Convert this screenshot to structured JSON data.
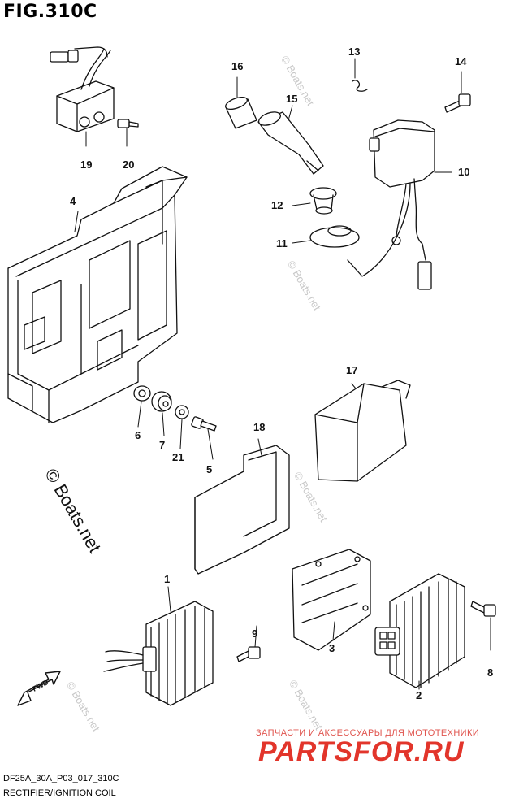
{
  "figure": {
    "title": "FIG.310C",
    "model_code": "DF25A_30A_P03_017_310C",
    "caption": "RECTIFIER/IGNITION COIL"
  },
  "watermark": {
    "large": "© Boats.net",
    "small": "© Boats.net"
  },
  "shop_logo": {
    "tagline": "ЗАПЧАСТИ И АКСЕССУАРЫ ДЛЯ МОТОТЕХНИКИ",
    "name": "PARTSFOR.RU",
    "color": "#e2352b"
  },
  "fwd_label": "FWD",
  "callouts": [
    {
      "id": "1",
      "part": "rectifier"
    },
    {
      "id": "2",
      "part": "regulator"
    },
    {
      "id": "3",
      "part": "bracket"
    },
    {
      "id": "4",
      "part": "electrical-box"
    },
    {
      "id": "5",
      "part": "bolt"
    },
    {
      "id": "6",
      "part": "nut"
    },
    {
      "id": "7",
      "part": "grommet"
    },
    {
      "id": "8",
      "part": "bolt"
    },
    {
      "id": "9",
      "part": "bolt"
    },
    {
      "id": "10",
      "part": "ignition-coil"
    },
    {
      "id": "11",
      "part": "grommet"
    },
    {
      "id": "12",
      "part": "collar"
    },
    {
      "id": "13",
      "part": "clip"
    },
    {
      "id": "14",
      "part": "bolt"
    },
    {
      "id": "15",
      "part": "plug-cap"
    },
    {
      "id": "16",
      "part": "cap"
    },
    {
      "id": "17",
      "part": "cdi-unit"
    },
    {
      "id": "18",
      "part": "cushion"
    },
    {
      "id": "19",
      "part": "relay"
    },
    {
      "id": "20",
      "part": "screw"
    },
    {
      "id": "21",
      "part": "washer"
    }
  ]
}
